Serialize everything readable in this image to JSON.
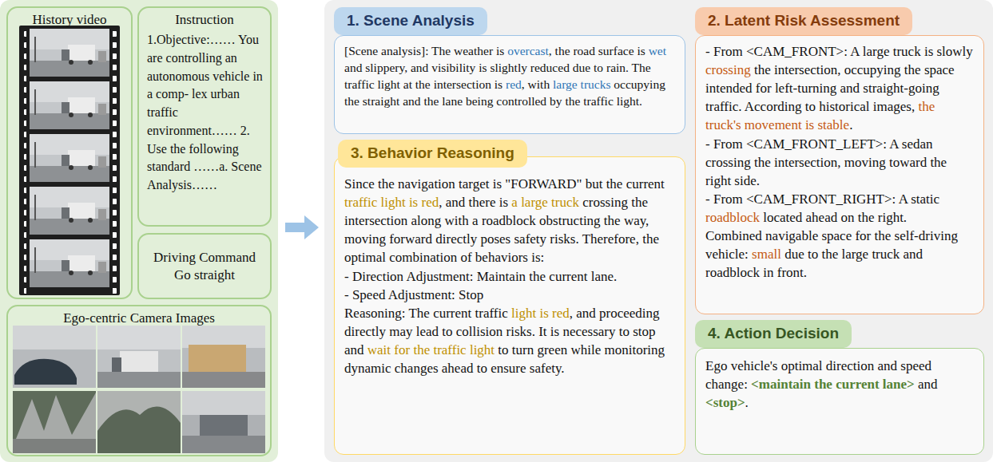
{
  "diagram": {
    "nodes": [
      {
        "text": [
          "History video"
        ]
      },
      {
        "text": [
          "Instruction",
          "1.Objective:…… You are controlling an autonomous vehicle in a comp- lex urban traffic environment…… 2. Use the following standard ……a. Scene Analysis……"
        ]
      },
      {
        "text": [
          "Driving Command",
          "Go straight"
        ]
      },
      {
        "text": [
          "Ego-centric Camera Images"
        ]
      },
      {
        "text": [
          "1. Scene Analysis",
          "[Scene analysis]: The weather is overcast, the road surface is wet and slippery, and visibility is slightly reduced due to rain. The traffic light at the intersection is red, with large trucks occupying the straight and the lane being controlled by the traffic light."
        ]
      },
      {
        "text": [
          "2. Latent Risk Assessment",
          "- From <CAM_FRONT>: A large truck is slowly crossing the intersection, occupying the space intended for left-turning and straight-going traffic. According to historical images, the truck's movement is stable.",
          "- From <CAM_FRONT_LEFT>: A sedan crossing the intersection, moving toward the right side.",
          "- From <CAM_FRONT_RIGHT>: A static roadblock located ahead on the right.",
          "Combined navigable space for the self-driving vehicle: small due to the large truck and roadblock in front."
        ]
      },
      {
        "text": [
          "3. Behavior Reasoning",
          "Since the navigation target is \"FORWARD\" but the current traffic light is red, and there is a large truck crossing the intersection along with a roadblock obstructing the way, moving forward directly poses safety risks. Therefore, the optimal combination of behaviors is:",
          "- Direction Adjustment: Maintain the current lane.",
          "- Speed Adjustment: Stop",
          "Reasoning: The current traffic light is red, and proceeding directly may lead to collision risks. It is necessary to stop and wait for the traffic light to turn green while monitoring dynamic changes ahead to ensure safety."
        ]
      },
      {
        "text": [
          "4. Action Decision",
          "Ego vehicle's optimal direction and speed change: <maintain the current lane> and <stop>."
        ]
      }
    ]
  }
}
